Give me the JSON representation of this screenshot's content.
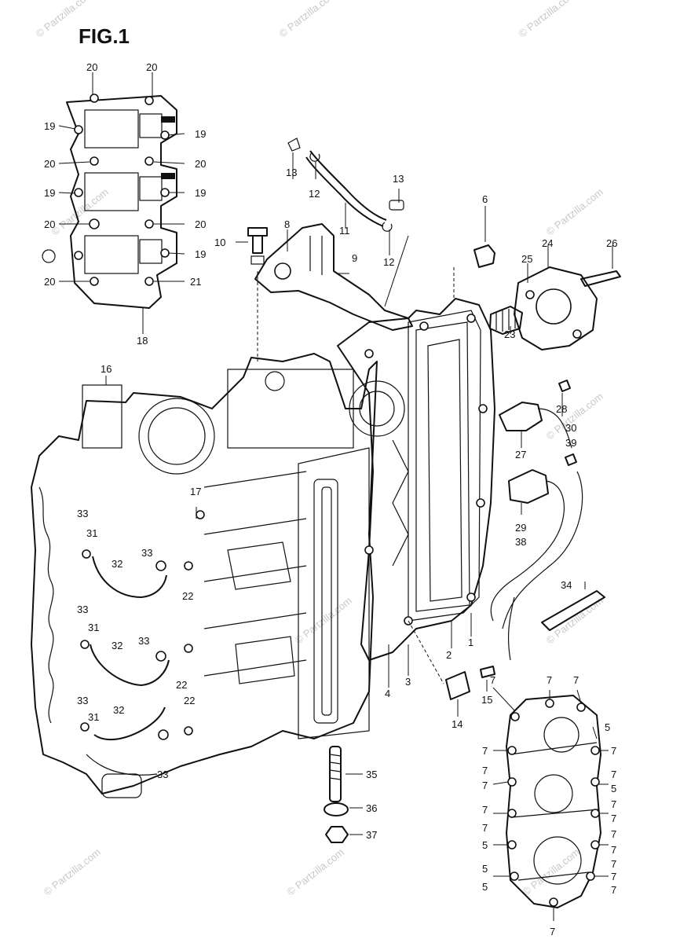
{
  "figure": {
    "title": "FIG.1"
  },
  "watermark": {
    "text": "© Partzilla.com"
  },
  "callouts": [
    {
      "id": "c20a",
      "text": "20"
    },
    {
      "id": "c20b",
      "text": "20"
    },
    {
      "id": "c19a",
      "text": "19"
    },
    {
      "id": "c19b",
      "text": "19"
    },
    {
      "id": "c20c",
      "text": "20"
    },
    {
      "id": "c20d",
      "text": "20"
    },
    {
      "id": "c19c",
      "text": "19"
    },
    {
      "id": "c19d",
      "text": "19"
    },
    {
      "id": "c20e",
      "text": "20"
    },
    {
      "id": "c20f",
      "text": "20"
    },
    {
      "id": "c19e",
      "text": "19"
    },
    {
      "id": "c20g",
      "text": "20"
    },
    {
      "id": "c21",
      "text": "21"
    },
    {
      "id": "c18",
      "text": "18"
    },
    {
      "id": "c13a",
      "text": "13"
    },
    {
      "id": "c12a",
      "text": "12"
    },
    {
      "id": "c13b",
      "text": "13"
    },
    {
      "id": "c11",
      "text": "11"
    },
    {
      "id": "c12b",
      "text": "12"
    },
    {
      "id": "c10",
      "text": "10"
    },
    {
      "id": "c8",
      "text": "8"
    },
    {
      "id": "c9",
      "text": "9"
    },
    {
      "id": "c6",
      "text": "6"
    },
    {
      "id": "c24",
      "text": "24"
    },
    {
      "id": "c25",
      "text": "25"
    },
    {
      "id": "c26",
      "text": "26"
    },
    {
      "id": "c23",
      "text": "23"
    },
    {
      "id": "c28",
      "text": "28"
    },
    {
      "id": "c30",
      "text": "30"
    },
    {
      "id": "c39",
      "text": "39"
    },
    {
      "id": "c27",
      "text": "27"
    },
    {
      "id": "c29",
      "text": "29"
    },
    {
      "id": "c38",
      "text": "38"
    },
    {
      "id": "c34",
      "text": "34"
    },
    {
      "id": "c16",
      "text": "16"
    },
    {
      "id": "c17",
      "text": "17"
    },
    {
      "id": "c33a",
      "text": "33"
    },
    {
      "id": "c31a",
      "text": "31"
    },
    {
      "id": "c33b",
      "text": "33"
    },
    {
      "id": "c32a",
      "text": "32"
    },
    {
      "id": "c22a",
      "text": "22"
    },
    {
      "id": "c33c",
      "text": "33"
    },
    {
      "id": "c31b",
      "text": "31"
    },
    {
      "id": "c32b",
      "text": "32"
    },
    {
      "id": "c33d",
      "text": "33"
    },
    {
      "id": "c22b",
      "text": "22"
    },
    {
      "id": "c33e",
      "text": "33"
    },
    {
      "id": "c31c",
      "text": "31"
    },
    {
      "id": "c32c",
      "text": "32"
    },
    {
      "id": "c22c",
      "text": "22"
    },
    {
      "id": "c33f",
      "text": "33"
    },
    {
      "id": "c2",
      "text": "2"
    },
    {
      "id": "c1",
      "text": "1"
    },
    {
      "id": "c3",
      "text": "3"
    },
    {
      "id": "c4",
      "text": "4"
    },
    {
      "id": "c14",
      "text": "14"
    },
    {
      "id": "c15",
      "text": "15"
    },
    {
      "id": "c35",
      "text": "35"
    },
    {
      "id": "c36",
      "text": "36"
    },
    {
      "id": "c37",
      "text": "37"
    },
    {
      "id": "c7a",
      "text": "7"
    },
    {
      "id": "c7b",
      "text": "7"
    },
    {
      "id": "c7c",
      "text": "7"
    },
    {
      "id": "c5a",
      "text": "5"
    },
    {
      "id": "c7d",
      "text": "7"
    },
    {
      "id": "c7e",
      "text": "7"
    },
    {
      "id": "c7f",
      "text": "7"
    },
    {
      "id": "c7g",
      "text": "7"
    },
    {
      "id": "c7h",
      "text": "7"
    },
    {
      "id": "c5b",
      "text": "5"
    },
    {
      "id": "c7i",
      "text": "7"
    },
    {
      "id": "c7j",
      "text": "7"
    },
    {
      "id": "c7k",
      "text": "7"
    },
    {
      "id": "c7l",
      "text": "7"
    },
    {
      "id": "c5c",
      "text": "5"
    },
    {
      "id": "c7m",
      "text": "7"
    },
    {
      "id": "c7n",
      "text": "7"
    },
    {
      "id": "c5d",
      "text": "5"
    },
    {
      "id": "c7o",
      "text": "7"
    },
    {
      "id": "c7p",
      "text": "7"
    },
    {
      "id": "c5e",
      "text": "5"
    },
    {
      "id": "c7q",
      "text": "7"
    },
    {
      "id": "c7r",
      "text": "7"
    },
    {
      "id": "c7s",
      "text": "7"
    }
  ]
}
